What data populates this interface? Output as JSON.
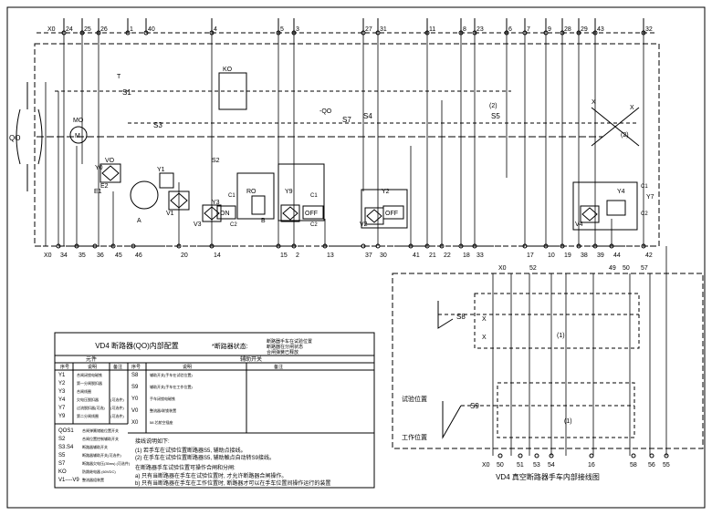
{
  "top_terminals": [
    "X0",
    "24",
    "25",
    "26",
    "1",
    "40",
    "4",
    "5",
    "3",
    "27",
    "31",
    "11",
    "8",
    "23",
    "6",
    "7",
    "9",
    "28",
    "29",
    "43",
    "32"
  ],
  "bottom_terminals": [
    "X0",
    "34",
    "35",
    "36",
    "45",
    "46",
    "20",
    "14",
    "15",
    "2",
    "13",
    "37",
    "30",
    "41",
    "21",
    "22",
    "18",
    "33",
    "17",
    "10",
    "19",
    "38",
    "39",
    "44",
    "42"
  ],
  "right_top_terminals": [
    "X0",
    "52",
    "49",
    "50",
    "57"
  ],
  "right_bottom_terminals": [
    "X0",
    "50",
    "51",
    "53",
    "54",
    "16",
    "58",
    "56",
    "55"
  ],
  "component_labels": {
    "qo": "QO",
    "s1": "S1",
    "s2": "S2",
    "s3": "S3",
    "s4": "S4",
    "s5": "S5",
    "s7": "S7",
    "s8": "S8",
    "s9": "S9",
    "mo": "MO",
    "m": "M",
    "t": "T",
    "y1": "Y1",
    "y2": "Y2",
    "y3": "Y3",
    "y4": "Y4",
    "y7": "Y7",
    "y9": "Y9",
    "y0": "Y0",
    "e1": "E1",
    "e2": "E2",
    "ko": "KO",
    "ro": "RO",
    "v1": "V1",
    "v2": "V2",
    "v3": "V3",
    "v4": "V4",
    "v0": "VO",
    "c1": "C1",
    "c2": "C2",
    "on": "ON",
    "off": "OFF",
    "a": "A",
    "b": "B",
    "x": "X",
    "two": "(2)",
    "one": "(1)",
    "qo_dash": "-QO",
    "qo_dash2": "QO"
  },
  "table": {
    "title": "VD4 断路器(QO)内部配置",
    "subtitle": "*断路器状态:",
    "note_lines": [
      "断路器手车在试验位置",
      "断路器在分闸状态",
      "合闸弹簧已释放"
    ],
    "col_headers_left": [
      "序号",
      "说明",
      "备注"
    ],
    "col_headers_right": [
      "序号",
      "说明",
      "备注"
    ],
    "section_left": "元件",
    "section_right": "辅助开关",
    "left_rows": [
      {
        "id": "Y1",
        "desc": "合闸闭锁电磁铁",
        "note": ""
      },
      {
        "id": "Y2",
        "desc": "第一分闸脱扣器",
        "note": ""
      },
      {
        "id": "Y3",
        "desc": "合闸线圈",
        "note": ""
      },
      {
        "id": "Y4",
        "desc": "欠电压脱扣器",
        "note": "(可选件)"
      },
      {
        "id": "Y7",
        "desc": "过流脱扣器(可选)",
        "note": "(可选件)"
      },
      {
        "id": "Y9",
        "desc": "第二分闸线圈",
        "note": "(可选件)"
      }
    ],
    "right_rows": [
      {
        "id": "S8",
        "desc": "辅助开关(手车在试验位置)"
      },
      {
        "id": "S9",
        "desc": "辅助开关(手车在工作位置)"
      },
      {
        "id": "Y0",
        "desc": "手车闭锁电磁铁"
      },
      {
        "id": "V0",
        "desc": "整流器/联锁装置"
      },
      {
        "id": "X0",
        "desc": "58 芯航空插座"
      }
    ],
    "bottom_left_rows": [
      {
        "id": "QOS1",
        "desc": "合闸弹簧储能位置开关"
      },
      {
        "id": "S2",
        "desc": "合闸位置控制辅助开关"
      },
      {
        "id": "S3.S4",
        "desc": "断路器辅助开关"
      },
      {
        "id": "S5",
        "desc": "断路器辅助开关(可选件)"
      },
      {
        "id": "S7",
        "desc": "断路器欠电压(35ms) (可选件)"
      },
      {
        "id": "KO",
        "desc": "防跳继电器 (60VDC)"
      },
      {
        "id": "V1----V9",
        "desc": "整流器组装置"
      }
    ],
    "remarks_title": "接线说明如下:",
    "remarks": [
      "(1) 若手车在试验位置断路器S5, 辅助点接线。",
      "(2) 在手车在试验位置断路器S5, 辅助触点自动转S9接线。"
    ],
    "remarks2_title": "在断路器手车试验位置可操作合闸和分闸:",
    "remarks2": [
      "a) 只有当断路器在手车在试验位置时, 才允许断路器合闸操作。",
      "b) 只有当断路器在手车在工作位置时, 断路器才可以在手车位置间操作运行的装置"
    ]
  },
  "right_labels": {
    "test_pos": "试验位置",
    "work_pos": "工作位置",
    "caption": "VD4 真空断路器手车内部接线图"
  }
}
